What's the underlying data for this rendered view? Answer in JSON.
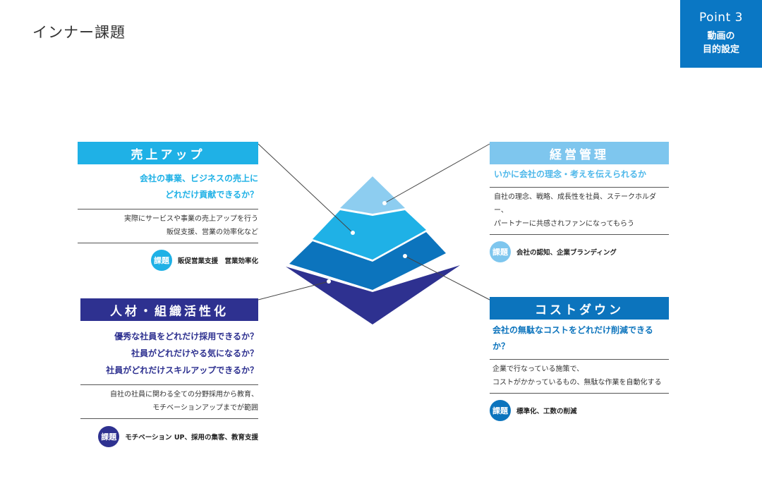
{
  "page": {
    "title": "インナー課題"
  },
  "badge": {
    "point": "Point 3",
    "line1": "動画の",
    "line2": "目的設定"
  },
  "colors": {
    "sales": "#1fb1e6",
    "management": "#7ec6ee",
    "cost": "#0c74bd",
    "hr": "#2e3190",
    "badge": "#0a77c4"
  },
  "cards": {
    "sales": {
      "title": "売上アップ",
      "questions": [
        "会社の事業、ビジネスの売上に",
        "どれだけ貢献できるか？"
      ],
      "desc": [
        "実際にサービスや事業の売上アップを行う",
        "販促支援、営業の効率化など"
      ],
      "issue_label": "課題",
      "issue_text": "販促営業支援　営業効率化"
    },
    "management": {
      "title": "経営管理",
      "questions": [
        "いかに会社の理念・考えを伝えられるか"
      ],
      "desc": [
        "自社の理念、戦略、成長性を社員、ステークホルダー、",
        "パートナーに共感されファンになってもらう"
      ],
      "issue_label": "課題",
      "issue_text": "会社の認知、企業ブランディング"
    },
    "hr": {
      "title": "人材・組織活性化",
      "questions": [
        "優秀な社員をどれだけ採用できるか？",
        "社員がどれだけやる気になるか？",
        "社員がどれだけスキルアップできるか？"
      ],
      "desc": [
        "自社の社員に関わる全ての分野採用から教育、",
        "モチベーションアップまでが範囲"
      ],
      "issue_label": "課題",
      "issue_text": "モチベーション UP、採用の集客、教育支援"
    },
    "cost": {
      "title": "コストダウン",
      "questions": [
        "会社の無駄なコストをどれだけ削減できるか？"
      ],
      "desc": [
        "企業で行なっている施策で、",
        "コストがかかっているもの、無駄な作業を自動化する"
      ],
      "issue_label": "課題",
      "issue_text": "標準化、工数の削減"
    }
  }
}
